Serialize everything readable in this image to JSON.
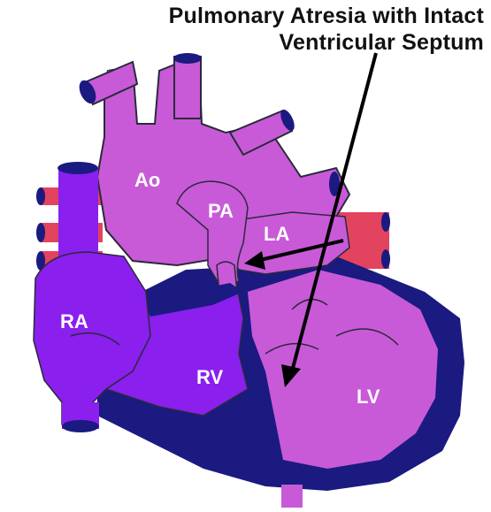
{
  "title": {
    "line1": "Pulmonary Atresia with Intact",
    "line2": "Ventricular Septum"
  },
  "labels": {
    "ao": "Ao",
    "pa": "PA",
    "la": "LA",
    "ra": "RA",
    "rv": "RV",
    "lv": "LV"
  },
  "colors": {
    "oxygenated": "#c85ad8",
    "deoxygenated": "#8a1fee",
    "myocardium": "#1a1a80",
    "pulmonary_veins": "#e2435e",
    "outline": "#2a2a3a",
    "arrow": "#000000"
  }
}
